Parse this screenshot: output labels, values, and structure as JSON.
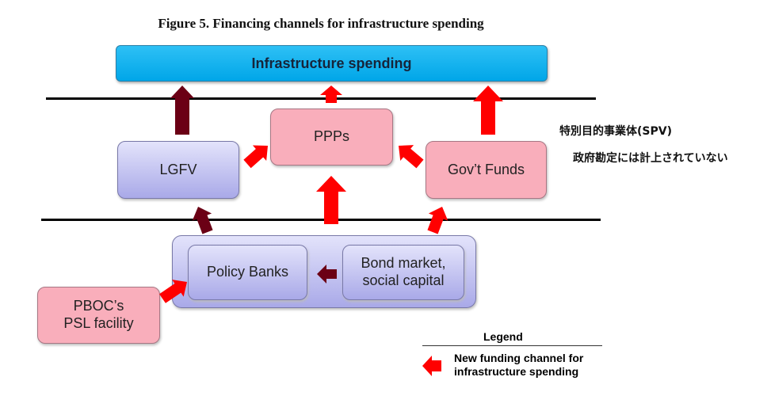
{
  "title": "Figure 5. Financing channels for infrastructure spending",
  "nodes": {
    "infrastructure": "Infrastructure spending",
    "lgfv": "LGFV",
    "ppps": "PPPs",
    "gov_funds": "Gov’t Funds",
    "policy_banks": "Policy Banks",
    "bond_market": "Bond market, social capital",
    "pboc": "PBOC’s PSL facility"
  },
  "annotations": {
    "spv": "特別目的事業体(SPV)",
    "off_budget": "政府勘定には計上されていない"
  },
  "legend": {
    "title": "Legend",
    "new_channel": "New funding channel for infrastructure spending"
  },
  "colors": {
    "new_channel": "#ff0000",
    "existing_channel": "#6b0015",
    "infrastructure": "#00b0f0"
  },
  "edges": [
    {
      "from": "LGFV",
      "to": "Infrastructure spending",
      "type": "existing_channel"
    },
    {
      "from": "PPPs",
      "to": "Infrastructure spending",
      "type": "new_channel"
    },
    {
      "from": "Gov’t Funds",
      "to": "Infrastructure spending",
      "type": "new_channel"
    },
    {
      "from": "LGFV",
      "to": "PPPs",
      "type": "new_channel"
    },
    {
      "from": "Gov’t Funds",
      "to": "PPPs",
      "type": "new_channel"
    },
    {
      "from": "Policy Banks / Bond market",
      "to": "PPPs",
      "type": "new_channel"
    },
    {
      "from": "Policy Banks / Bond market",
      "to": "LGFV",
      "type": "existing_channel"
    },
    {
      "from": "Policy Banks / Bond market",
      "to": "Gov’t Funds",
      "type": "new_channel"
    },
    {
      "from": "Bond market, social capital",
      "to": "Policy Banks",
      "type": "existing_channel"
    },
    {
      "from": "PBOC’s PSL facility",
      "to": "Policy Banks",
      "type": "new_channel"
    }
  ]
}
